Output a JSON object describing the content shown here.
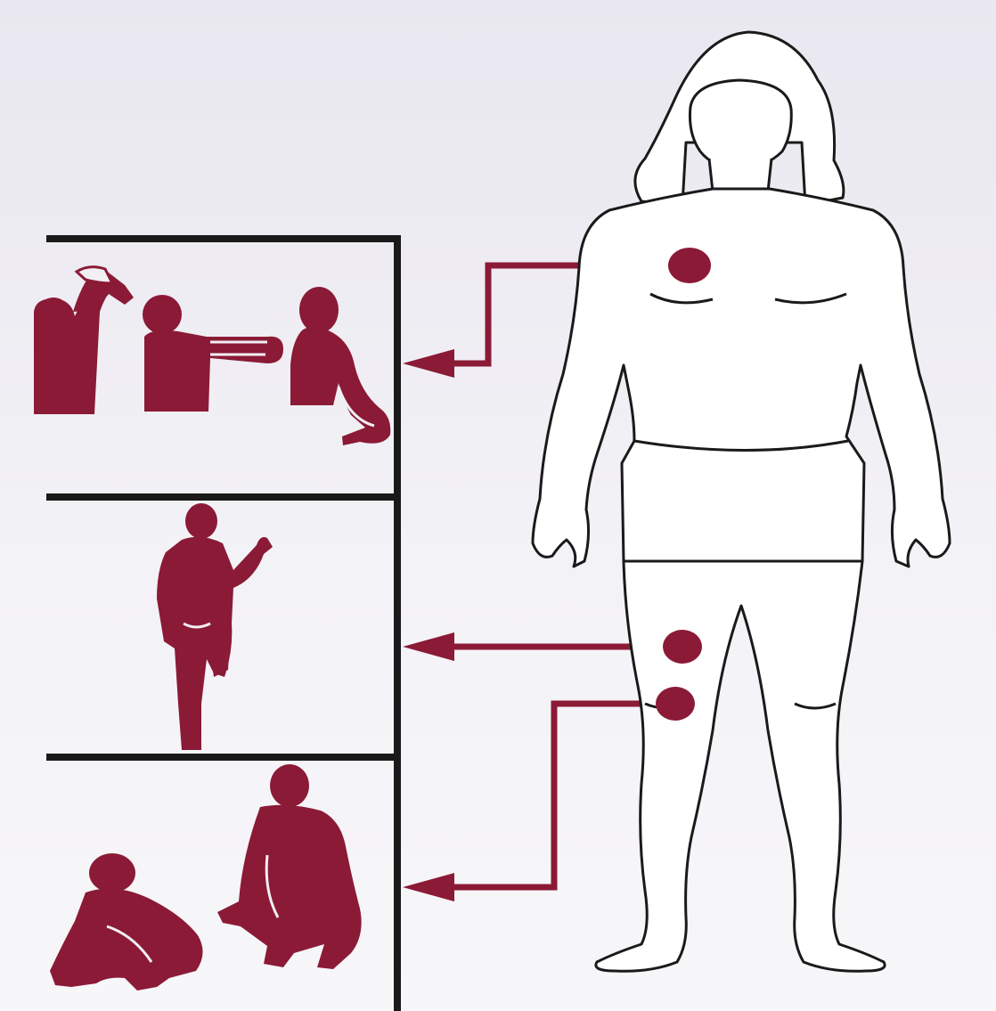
{
  "colors": {
    "accent": "#8b1a36",
    "outline": "#1a1a1a",
    "panel_border": "#1a1a1a",
    "background": "#eeedf2"
  },
  "panels": [
    {
      "id": "upper-body",
      "figures": [
        "overhead-arm-stretch",
        "forward-arm-stretch",
        "kneeling-wrist-stretch"
      ]
    },
    {
      "id": "thigh",
      "figures": [
        "standing-quad-stretch"
      ]
    },
    {
      "id": "knee",
      "figures": [
        "squat-stretch",
        "deep-squat"
      ]
    }
  ],
  "markers": [
    "chest-marker",
    "thigh-marker",
    "knee-marker"
  ]
}
